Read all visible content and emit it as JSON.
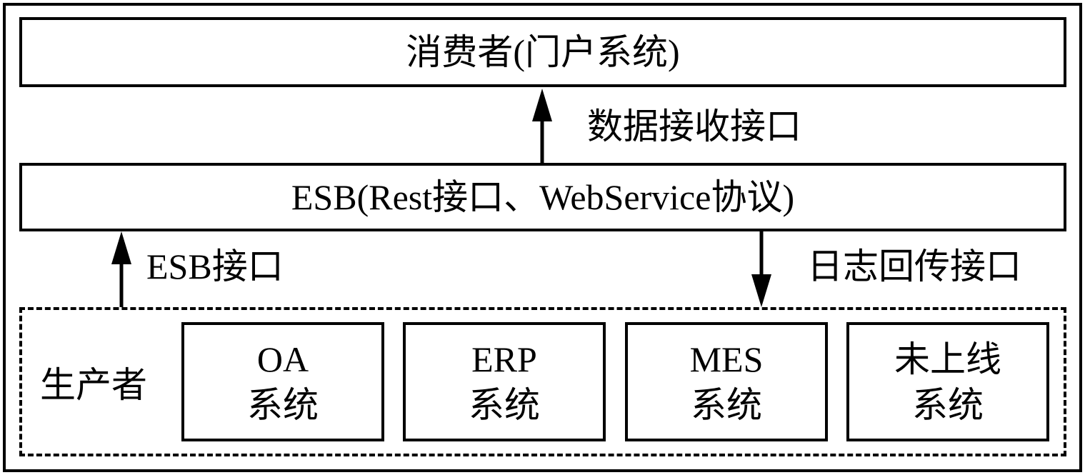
{
  "consumer": {
    "label": "消费者(门户系统)"
  },
  "esb": {
    "label": "ESB(Rest接口、WebService协议)"
  },
  "producer": {
    "label": "生产者",
    "systems": [
      {
        "line1": "OA",
        "line2": "系统"
      },
      {
        "line1": "ERP",
        "line2": "系统"
      },
      {
        "line1": "MES",
        "line2": "系统"
      },
      {
        "line1": "未上线",
        "line2": "系统"
      }
    ]
  },
  "interfaces": {
    "data_receive": "数据接收接口",
    "esb_interface": "ESB接口",
    "log_return": "日志回传接口"
  }
}
